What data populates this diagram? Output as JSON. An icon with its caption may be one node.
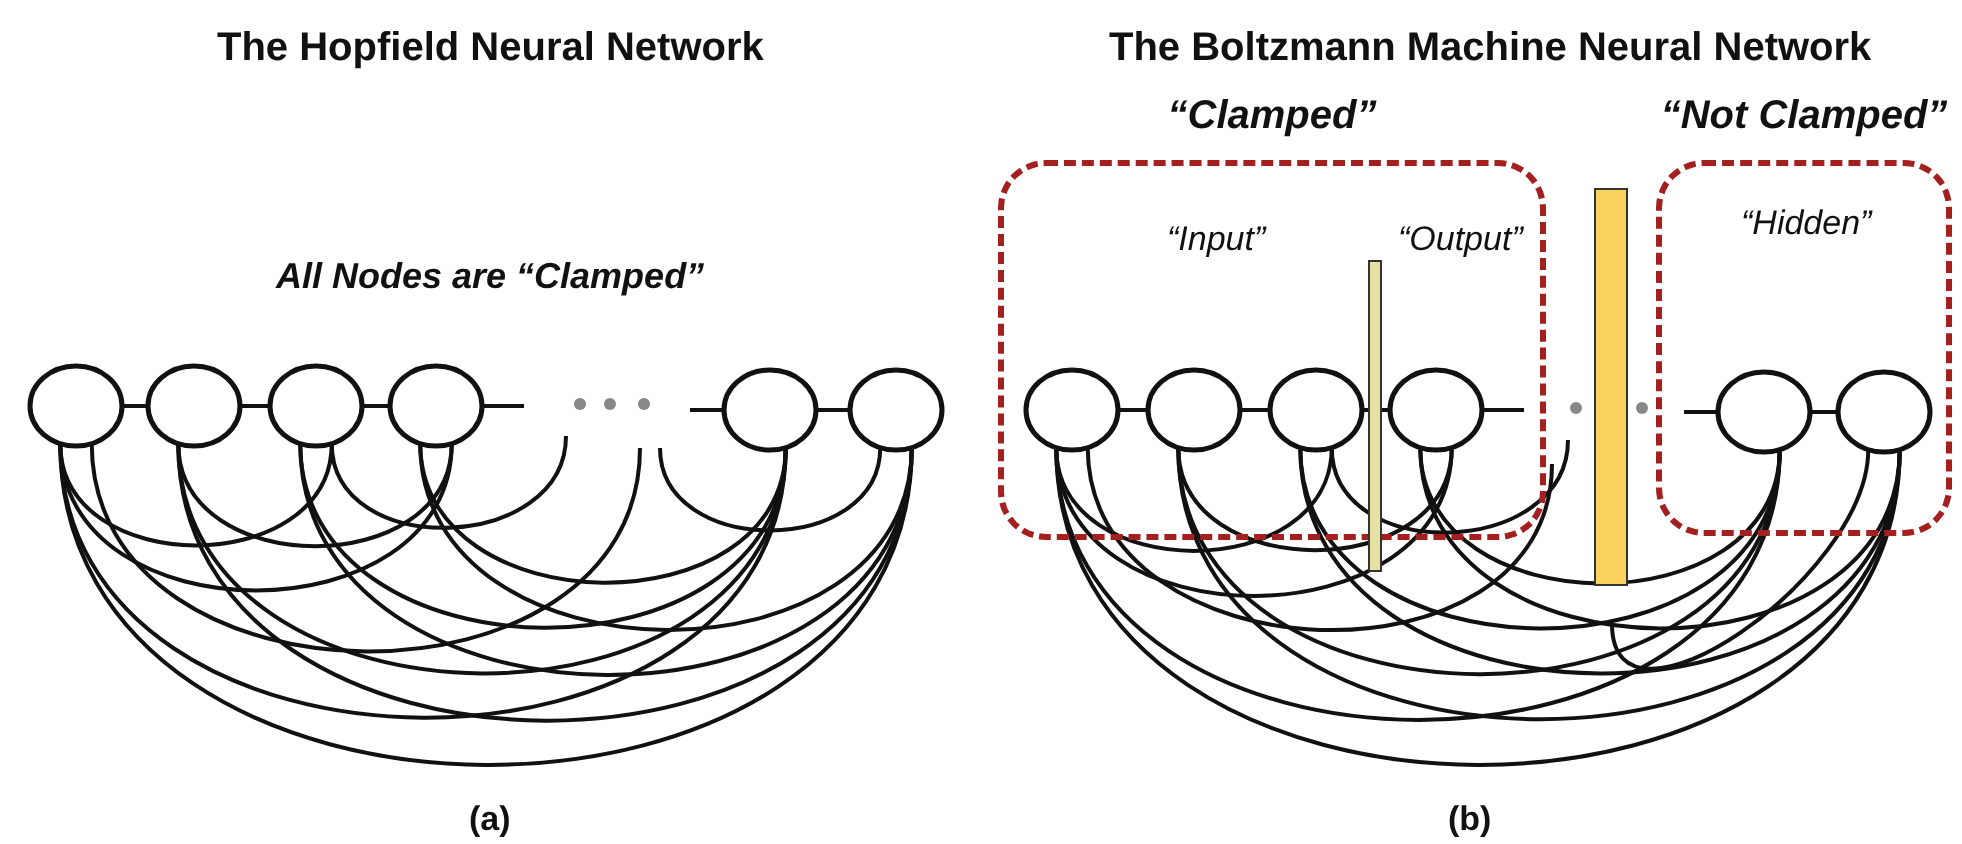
{
  "diagram": {
    "nodes": [
      {
        "text": [],
        "shape": "circle"
      },
      {
        "text": [],
        "shape": "circle"
      },
      {
        "text": [],
        "shape": "circle"
      },
      {
        "text": [],
        "shape": "circle"
      },
      {
        "text": [],
        "shape": "circle"
      },
      {
        "text": [],
        "shape": "circle"
      },
      {
        "text": [
          "“Clamped”"
        ]
      },
      {
        "text": [],
        "shape": "circle",
        "in": 6
      },
      {
        "text": [],
        "shape": "circle",
        "in": 6
      },
      {
        "text": [],
        "shape": "circle",
        "in": 6
      },
      {
        "text": [],
        "shape": "circle",
        "in": 6
      },
      {
        "text": [
          "“Not Clamped”"
        ]
      },
      {
        "text": [],
        "shape": "circle",
        "in": 11
      },
      {
        "text": [],
        "shape": "circle",
        "in": 11
      },
      {
        "text": [],
        "shape": "bar"
      },
      {
        "text": [],
        "shape": "bar"
      }
    ],
    "edges": [
      {
        "from": 0,
        "to": 1,
        "arrow": "none"
      },
      {
        "from": 1,
        "to": 2,
        "arrow": "none"
      },
      {
        "from": 2,
        "to": 3,
        "arrow": "none"
      },
      {
        "from": 3,
        "to": null,
        "arrow": "none"
      },
      {
        "from": null,
        "to": 4,
        "arrow": "none"
      },
      {
        "from": 4,
        "to": 5,
        "arrow": "none"
      },
      {
        "from": 0,
        "to": 2,
        "arrow": "none"
      },
      {
        "from": 0,
        "to": 3,
        "arrow": "none"
      },
      {
        "from": 0,
        "to": 4,
        "arrow": "none"
      },
      {
        "from": 0,
        "to": 5,
        "arrow": "none"
      },
      {
        "from": 1,
        "to": 3,
        "arrow": "none"
      },
      {
        "from": 1,
        "to": 4,
        "arrow": "none"
      },
      {
        "from": 1,
        "to": 5,
        "arrow": "none"
      },
      {
        "from": 2,
        "to": 4,
        "arrow": "none"
      },
      {
        "from": 2,
        "to": 5,
        "arrow": "none"
      },
      {
        "from": 3,
        "to": 4,
        "arrow": "none"
      },
      {
        "from": 3,
        "to": 5,
        "arrow": "none"
      },
      {
        "from": 2,
        "to": null,
        "arrow": "none"
      },
      {
        "from": 0,
        "to": null,
        "arrow": "none"
      },
      {
        "from": null,
        "to": 5,
        "arrow": "none"
      },
      {
        "from": 7,
        "to": 8,
        "arrow": "none"
      },
      {
        "from": 8,
        "to": 9,
        "arrow": "none"
      },
      {
        "from": 9,
        "to": 10,
        "arrow": "none"
      },
      {
        "from": 10,
        "to": null,
        "arrow": "none"
      },
      {
        "from": null,
        "to": 12,
        "arrow": "none"
      },
      {
        "from": 12,
        "to": 13,
        "arrow": "none"
      },
      {
        "from": 7,
        "to": 9,
        "arrow": "none"
      },
      {
        "from": 7,
        "to": 10,
        "arrow": "none"
      },
      {
        "from": 7,
        "to": 12,
        "arrow": "none"
      },
      {
        "from": 7,
        "to": 13,
        "arrow": "none"
      },
      {
        "from": 8,
        "to": 10,
        "arrow": "none"
      },
      {
        "from": 8,
        "to": 12,
        "arrow": "none"
      },
      {
        "from": 8,
        "to": 13,
        "arrow": "none"
      },
      {
        "from": 9,
        "to": 12,
        "arrow": "none"
      },
      {
        "from": 9,
        "to": 13,
        "arrow": "none"
      },
      {
        "from": 10,
        "to": 12,
        "arrow": "none"
      },
      {
        "from": 10,
        "to": 13,
        "arrow": "none"
      },
      {
        "from": 9,
        "to": null,
        "arrow": "none"
      },
      {
        "from": 7,
        "to": null,
        "arrow": "none"
      },
      {
        "from": null,
        "to": 13,
        "arrow": "none"
      }
    ],
    "labels": [
      "The Hopfield Neural Network",
      "The Boltzmann Machine Neural Network",
      "All Nodes are “Clamped”",
      "“Input”",
      "“Output”",
      "“Hidden”",
      "(a)",
      "(b)"
    ]
  }
}
